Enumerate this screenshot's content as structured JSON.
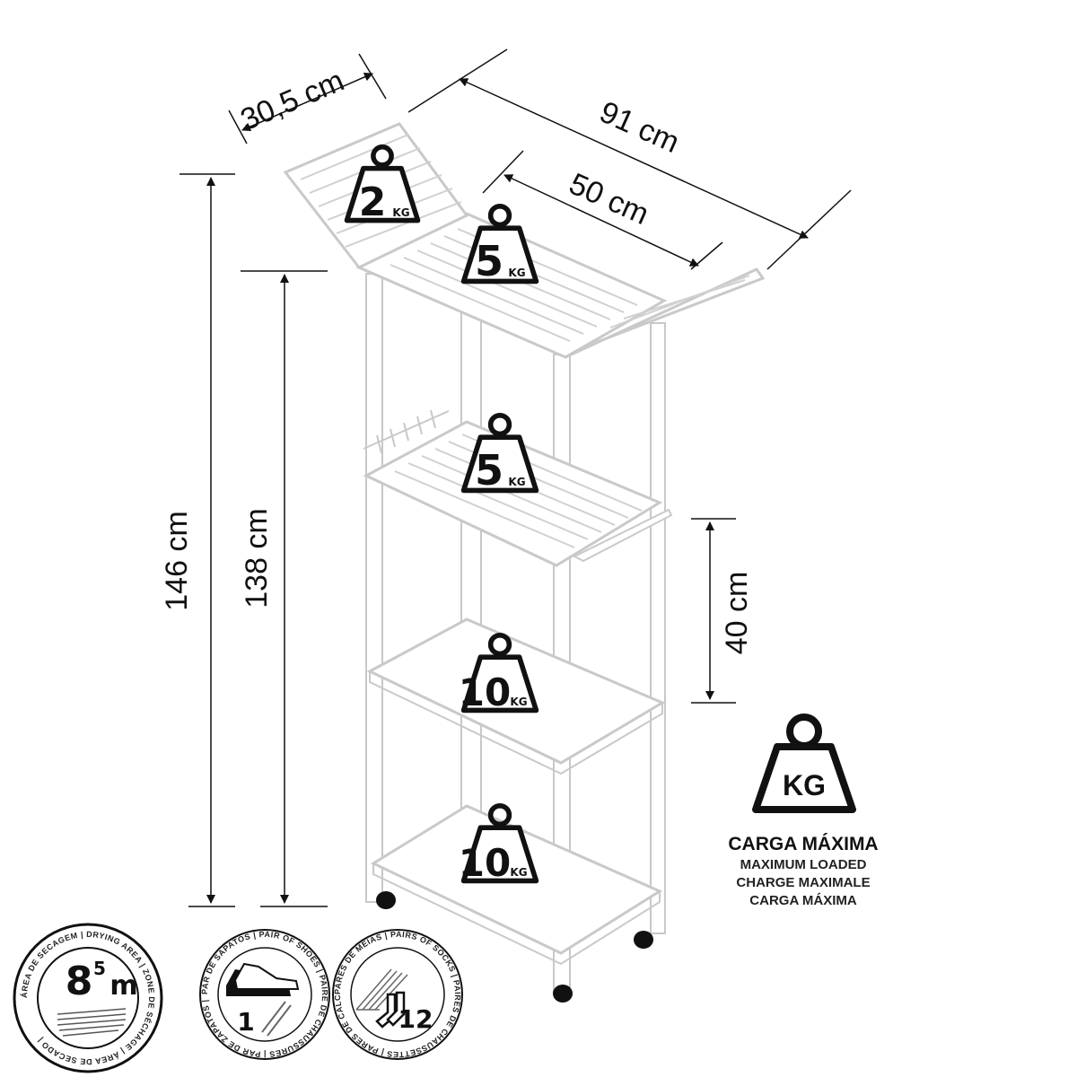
{
  "dimensions": {
    "depth": "30,5 cm",
    "total_width": "91 cm",
    "shelf_width": "50 cm",
    "total_height": "146 cm",
    "shelf_height": "138 cm",
    "shelf_gap": "40 cm"
  },
  "shelf_loads": [
    {
      "value": "2",
      "unit": "KG"
    },
    {
      "value": "5",
      "unit": "KG"
    },
    {
      "value": "5",
      "unit": "KG"
    },
    {
      "value": "10",
      "unit": "KG"
    },
    {
      "value": "10",
      "unit": "KG"
    }
  ],
  "max_load": {
    "icon_label": "KG",
    "title": "CARGA MÁXIMA",
    "line_en": "MAXIMUM LOADED",
    "line_fr": "CHARGE MAXIMALE",
    "line_es": "CARGA MÁXIMA"
  },
  "badges": {
    "drying_area": {
      "value": "8",
      "superscript": "5",
      "unit": "m",
      "ring_text": "ÁREA DE SECAGEM | DRYING AREA | ZONE DE SÉCHAGE | ÁREA DE SECADO |"
    },
    "shoes": {
      "count": "1",
      "ring_text": "PAR DE SAPATOS | PAIR OF SHOES | PAIRE DE CHAUSSURES | PAR DE ZAPATOS |"
    },
    "socks": {
      "count": "12",
      "ring_text": "PARES DE MEIAS | PAIRS OF SOCKS | PAIRES DE CHAUSSETTES | PARES DE CALCETINES |"
    }
  }
}
